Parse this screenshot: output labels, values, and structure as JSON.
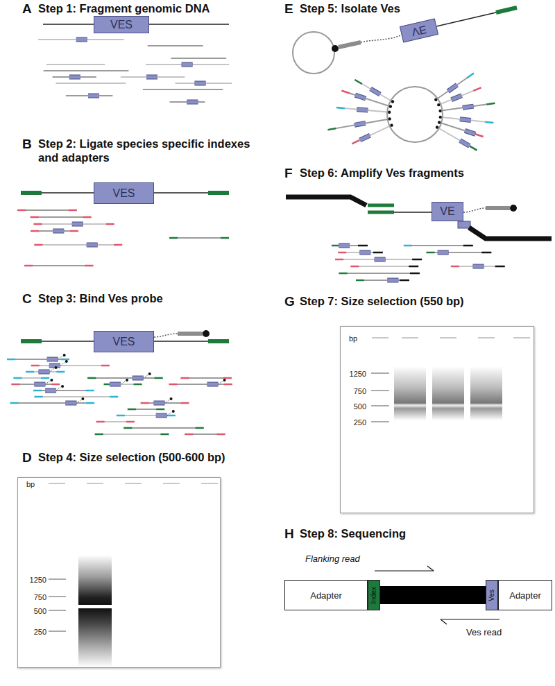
{
  "diagram": {
    "nodes": [
      {
        "text": [
          "VES"
        ]
      },
      {
        "text": [
          "VES"
        ]
      },
      {
        "text": [
          "VES"
        ]
      },
      {
        "text": [
          "bp",
          "1250",
          "750",
          "500",
          "250"
        ]
      },
      {
        "text": [
          "VE"
        ]
      },
      {
        "text": [
          "VE"
        ]
      },
      {
        "text": [
          "bp",
          "1250",
          "750",
          "500",
          "250"
        ]
      },
      {
        "text": [
          "Adapter"
        ]
      },
      {
        "text": [
          "Index"
        ]
      },
      {
        "text": [
          "Ves"
        ]
      },
      {
        "text": [
          "Adapter"
        ]
      }
    ],
    "edges": [
      {
        "from": 8,
        "to": 9,
        "arrow": "none"
      }
    ],
    "labels": [
      "A",
      "Step 1: Fragment genomic DNA",
      "B",
      "Step 2: Ligate species specific indexes and adapters",
      "C",
      "Step 3: Bind Ves probe",
      "D",
      "Step 4: Size selection (500-600 bp)",
      "E",
      "Step 5: Isolate Ves",
      "F",
      "Step 6: Amplify Ves fragments",
      "G",
      "Step 7: Size selection (550 bp)",
      "H",
      "Step 8: Sequencing",
      "Flanking read",
      "Ves read"
    ]
  }
}
